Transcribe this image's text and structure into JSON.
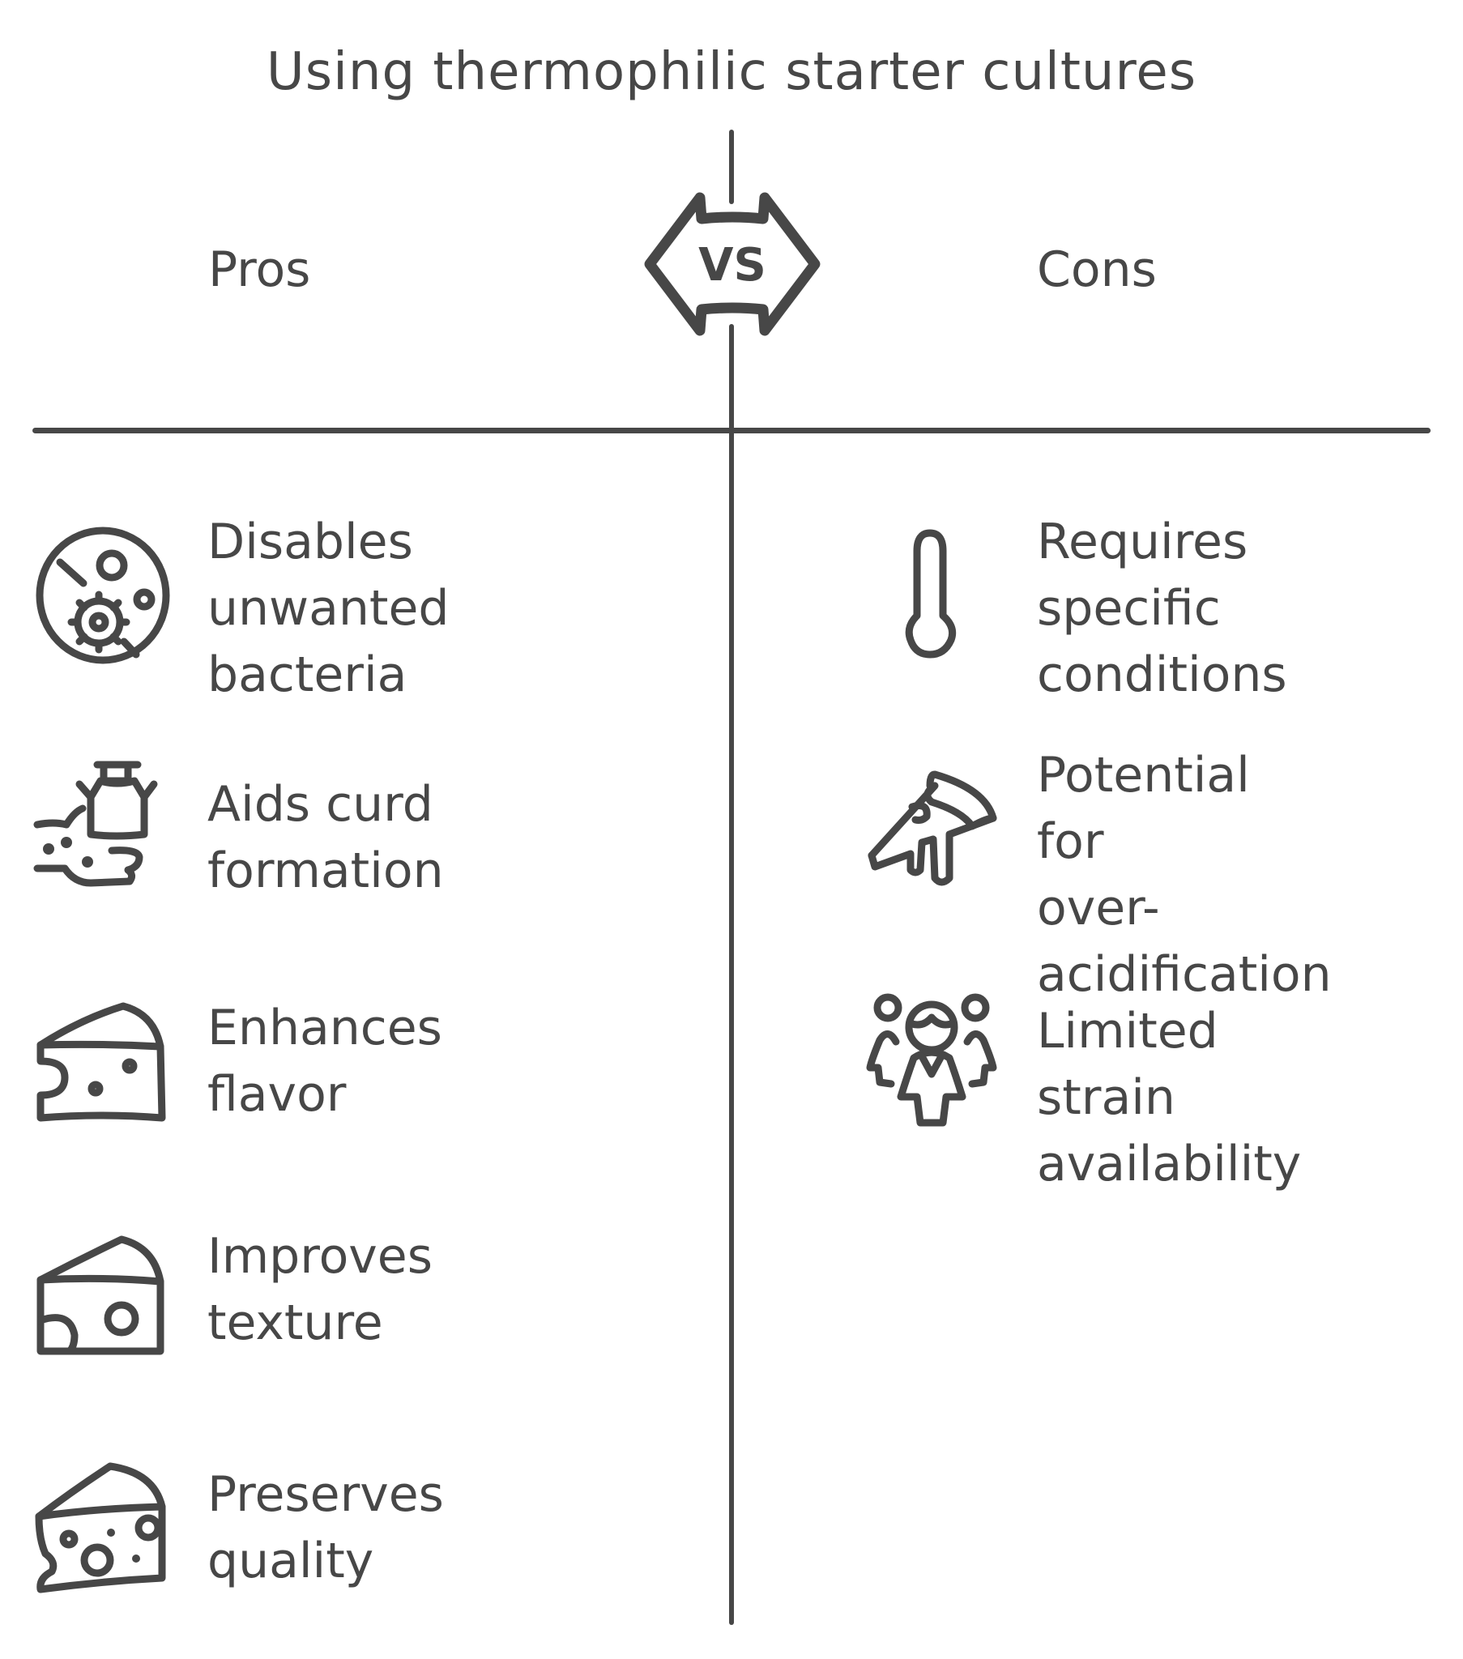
{
  "title": "Using thermophilic starter cultures",
  "vs_badge": "VS",
  "columns": {
    "pros": {
      "heading": "Pros",
      "items": [
        {
          "label": "Disables\nunwanted\nbacteria",
          "icon": "bacteria-petri-dish-icon"
        },
        {
          "label": "Aids curd\nformation",
          "icon": "milk-can-pour-hand-icon"
        },
        {
          "label": "Enhances\nflavor",
          "icon": "cheese-wedge-icon"
        },
        {
          "label": "Improves\ntexture",
          "icon": "cheese-block-icon"
        },
        {
          "label": "Preserves\nquality",
          "icon": "swiss-cheese-icon"
        }
      ]
    },
    "cons": {
      "heading": "Cons",
      "items": [
        {
          "label": "Requires\nspecific\nconditions",
          "icon": "thermometer-icon"
        },
        {
          "label": "Potential for\nover-\nacidification",
          "icon": "melting-pizza-slice-icon"
        },
        {
          "label": "Limited strain\navailability",
          "icon": "group-of-people-icon"
        }
      ]
    }
  },
  "colors": {
    "ink": "#474747",
    "background": "#ffffff"
  }
}
